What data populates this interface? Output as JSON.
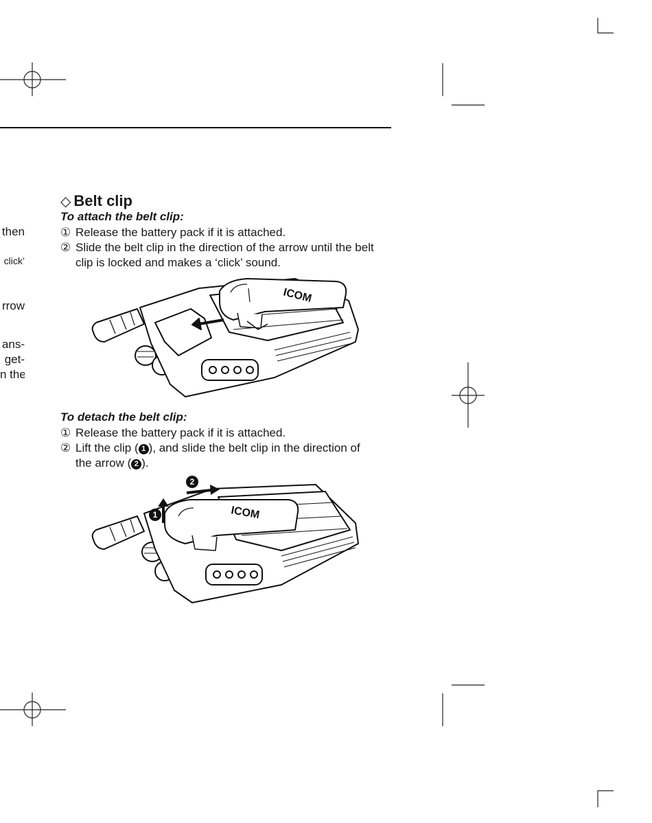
{
  "left_column_fragments": [
    {
      "text": "then",
      "small": false
    },
    {
      "text": "click’",
      "small": true
    },
    {
      "text": "rrow",
      "small": false
    },
    {
      "text": "ans-",
      "small": false
    },
    {
      "text": "get-",
      "small": false
    },
    {
      "text": "n the",
      "small": false
    }
  ],
  "section": {
    "title": "Belt clip"
  },
  "attach": {
    "heading": "To attach the belt clip:",
    "step1_num": "①",
    "step1_text": "Release the battery pack if it is attached.",
    "step2_num": "②",
    "step2_line1": "Slide the belt clip in the direction of the arrow until the belt",
    "step2_line2": "clip is locked and makes a ‘click’ sound."
  },
  "detach": {
    "heading": "To detach the belt clip:",
    "step1_num": "①",
    "step1_text": "Release the battery pack if it is attached.",
    "step2_num": "②",
    "step2_part1": "Lift the clip (",
    "step2_part2": "), and slide the belt clip in the direction of",
    "step2_part3": "the arrow (",
    "step2_part4": ").",
    "marker1": "1",
    "marker2": "2"
  },
  "figures": {
    "attach_logo": "ICOM",
    "detach_logo": "ICOM",
    "detach_marker1": "1",
    "detach_marker2": "2"
  }
}
